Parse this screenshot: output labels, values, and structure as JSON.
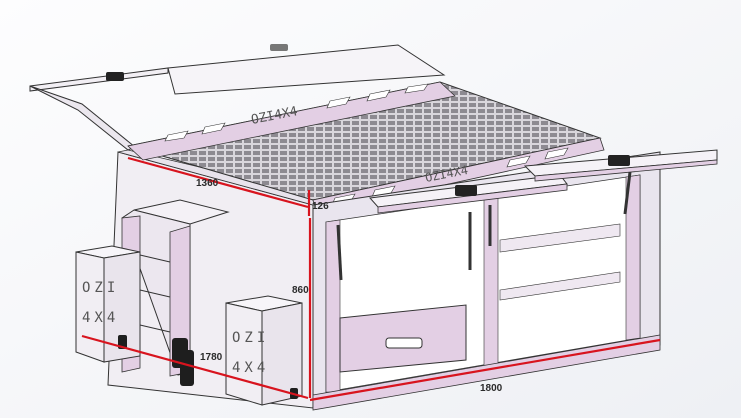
{
  "diagram": {
    "brand": {
      "canopy_rail": "OZI4X4",
      "box_line1": "OZI",
      "box_line2": "4X4"
    },
    "dimensions": {
      "depth_top": "1360",
      "rail_height": "126",
      "body_height": "860",
      "depth_bottom": "1780",
      "width_rear": "1800"
    },
    "colors": {
      "background": "#ffffff",
      "body_fill": "#f1eef3",
      "accent_fill": "#e5d2e6",
      "outline": "#333333",
      "dimension_line": "#d8141e"
    }
  }
}
